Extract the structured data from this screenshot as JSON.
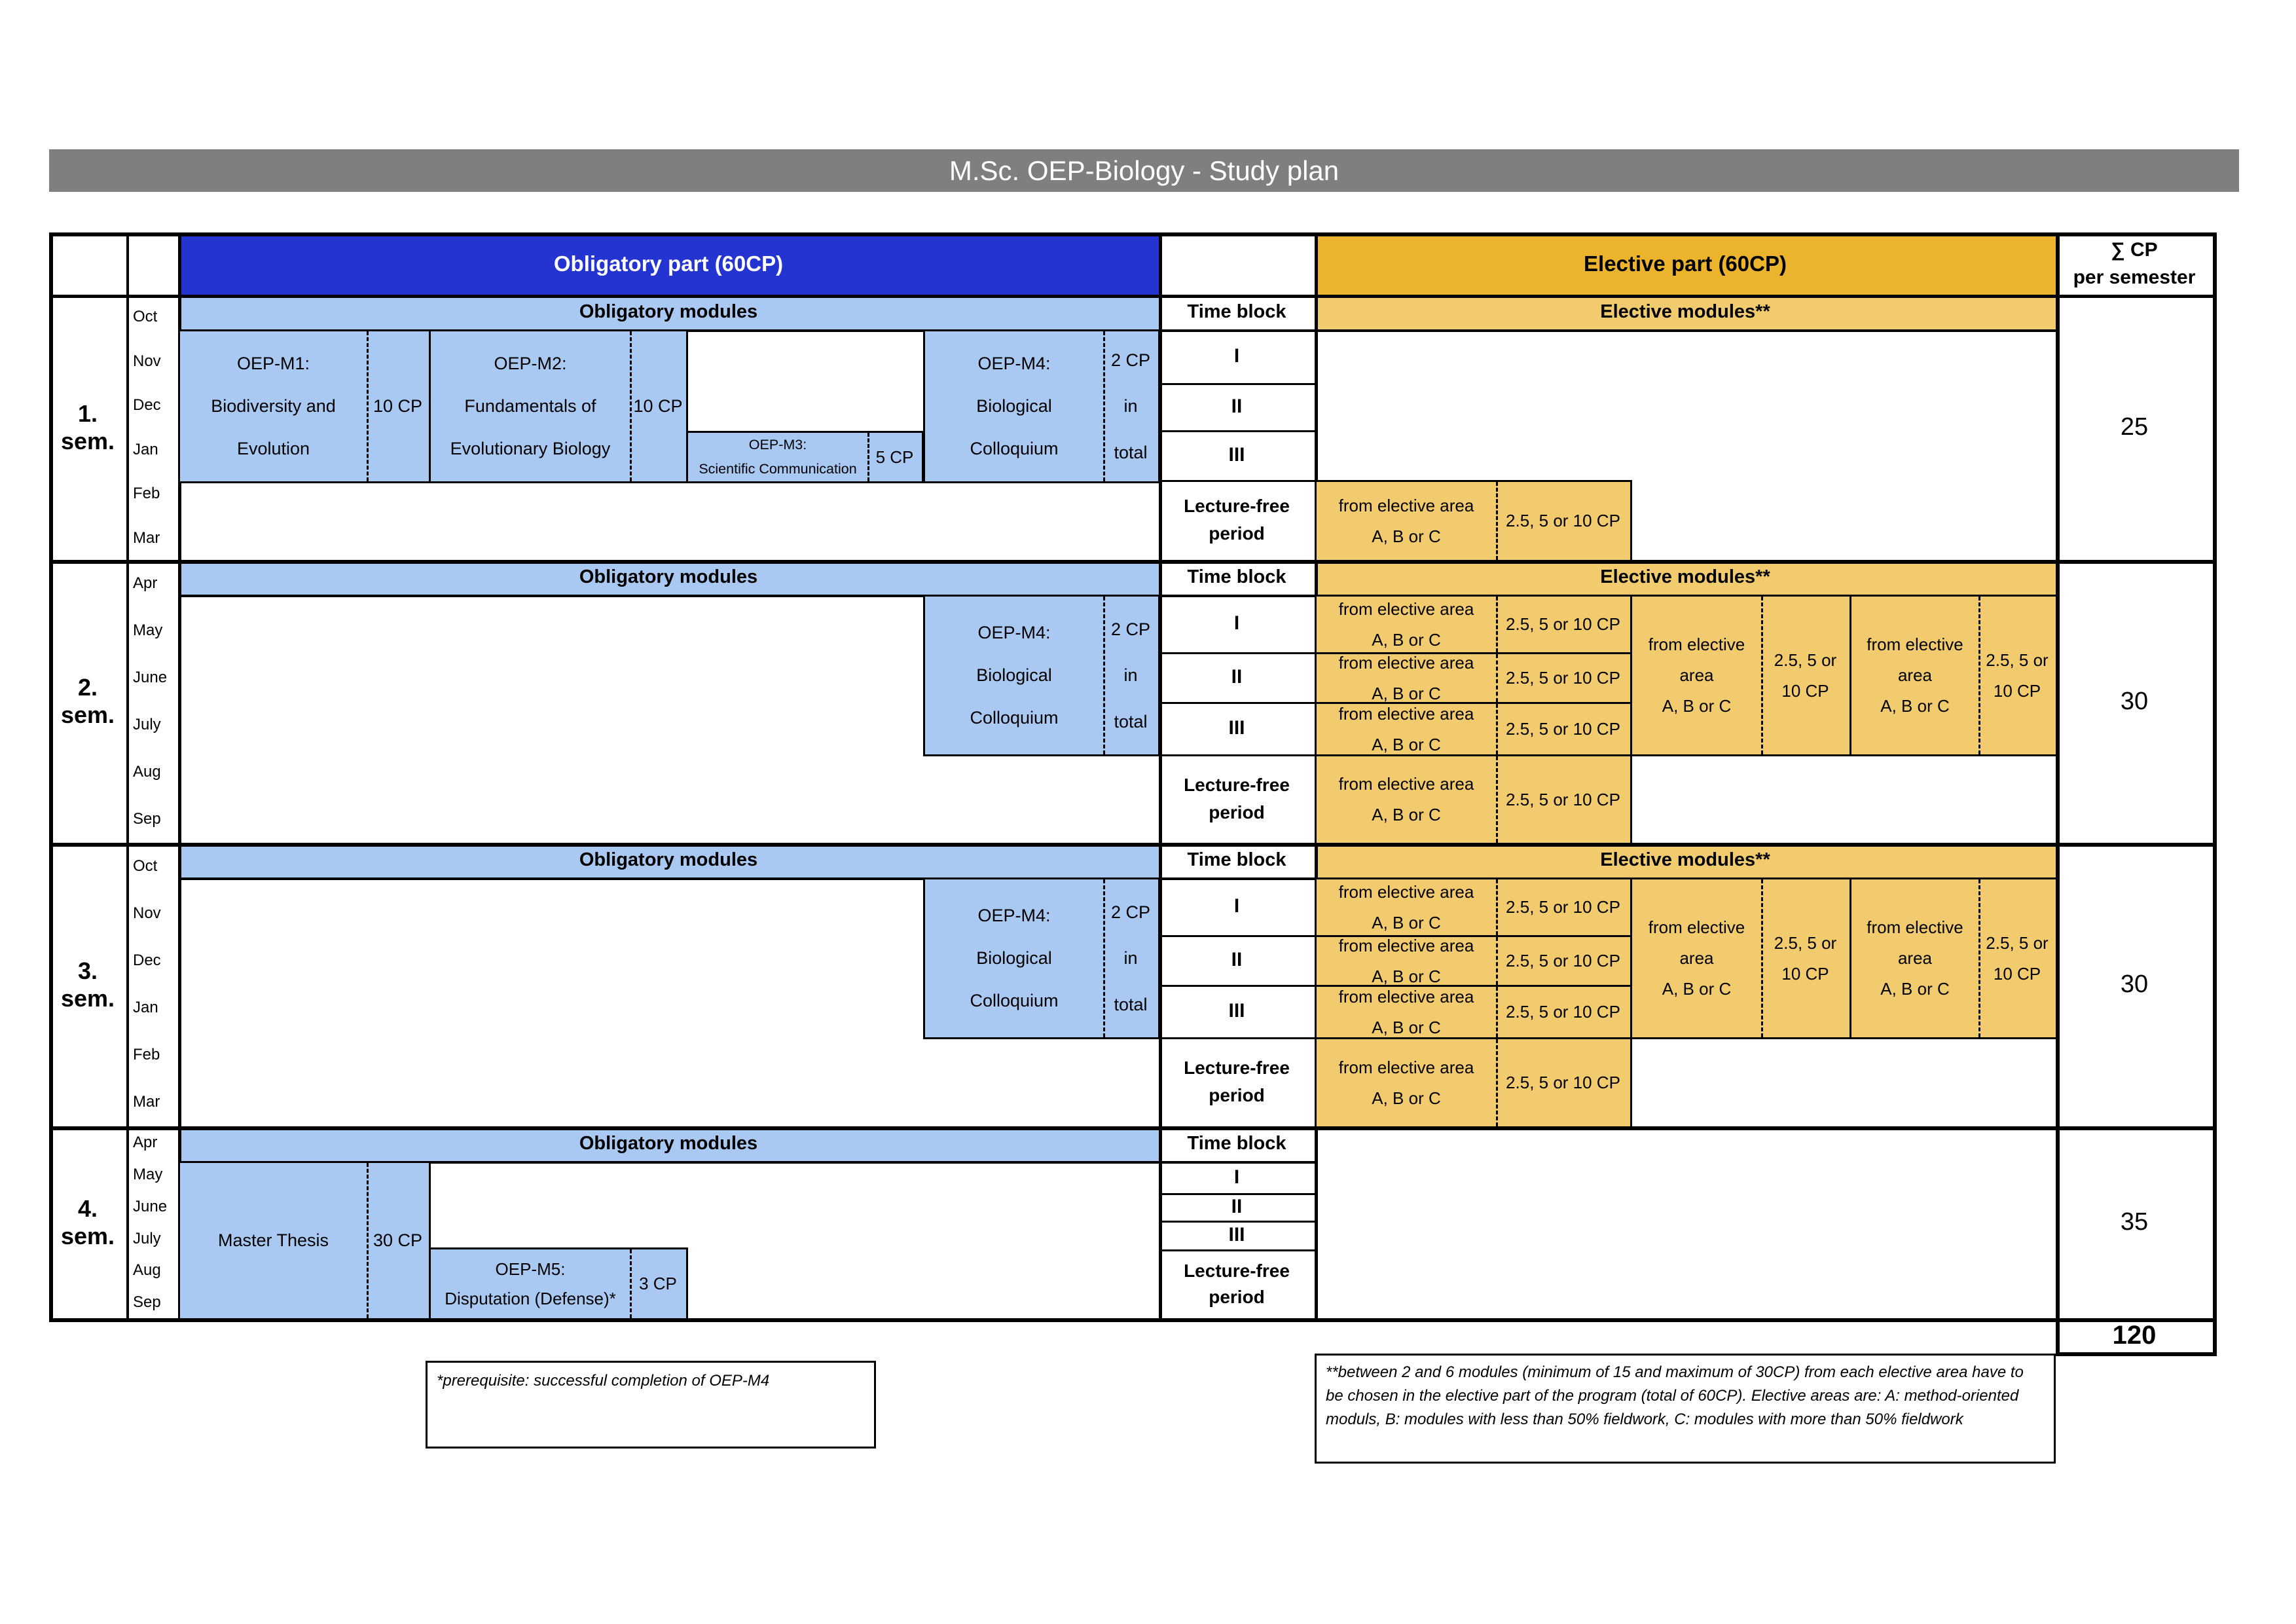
{
  "title": "M.Sc. OEP-Biology - Study plan",
  "colors": {
    "title_bar": "#7f7f7f",
    "obligatory_dark_blue": "#2434d0",
    "obligatory_light_blue": "#a9c9f2",
    "elective_dark_gold": "#ecb42c",
    "elective_light_gold": "#f2cb6e",
    "border": "#000000"
  },
  "top_header": {
    "obligatory": "Obligatory part (60CP)",
    "elective": "Elective part (60CP)",
    "sum": "∑ CP\nper semester"
  },
  "section_labels": {
    "obligatory_modules": "Obligatory modules",
    "elective_modules": "Elective modules**",
    "time_block": "Time block",
    "block_i": "I",
    "block_ii": "II",
    "block_iii": "III",
    "lecture_free": "Lecture-free\nperiod"
  },
  "semesters": [
    {
      "label": "1. sem.",
      "months": [
        "Oct",
        "Nov",
        "Dec",
        "Jan",
        "Feb",
        "Mar"
      ],
      "sum_cp": "25"
    },
    {
      "label": "2. sem.",
      "months": [
        "Apr",
        "May",
        "June",
        "July",
        "Aug",
        "Sep"
      ],
      "sum_cp": "30"
    },
    {
      "label": "3. sem.",
      "months": [
        "Oct",
        "Nov",
        "Dec",
        "Jan",
        "Feb",
        "Mar"
      ],
      "sum_cp": "30"
    },
    {
      "label": "4. sem.",
      "months": [
        "Apr",
        "May",
        "June",
        "July",
        "Aug",
        "Sep"
      ],
      "sum_cp": "35"
    }
  ],
  "modules": {
    "m1": {
      "name": "OEP-M1:\nBiodiversity and\nEvolution",
      "cp": "10 CP"
    },
    "m2": {
      "name": "OEP-M2:\nFundamentals of\nEvolutionary Biology",
      "cp": "10 CP"
    },
    "m3": {
      "name": "OEP-M3:\nScientific Communication",
      "cp": "5 CP"
    },
    "m4": {
      "name": "OEP-M4:\nBiological\nColloquium",
      "cp": "2 CP\nin\ntotal"
    },
    "thesis": {
      "name": "Master Thesis",
      "cp": "30 CP"
    },
    "m5": {
      "name": "OEP-M5:\nDisputation (Defense)*",
      "cp": "3 CP"
    }
  },
  "elective": {
    "area_wide": "from elective area\nA, B or C",
    "cp_wide": "2.5, 5 or 10 CP",
    "area_narrow": "from elective\narea\nA, B or C",
    "cp_narrow": "2.5, 5 or\n10 CP"
  },
  "total_cp": "120",
  "footnotes": {
    "left": "*prerequisite: successful completion of OEP-M4",
    "right": "**between 2 and 6 modules (minimum of 15 and maximum of 30CP) from each elective area have to be chosen in the elective part of the program (total of 60CP). Elective areas are: A: method-oriented moduls, B: modules with less than 50% fieldwork, C: modules with more than 50% fieldwork"
  }
}
